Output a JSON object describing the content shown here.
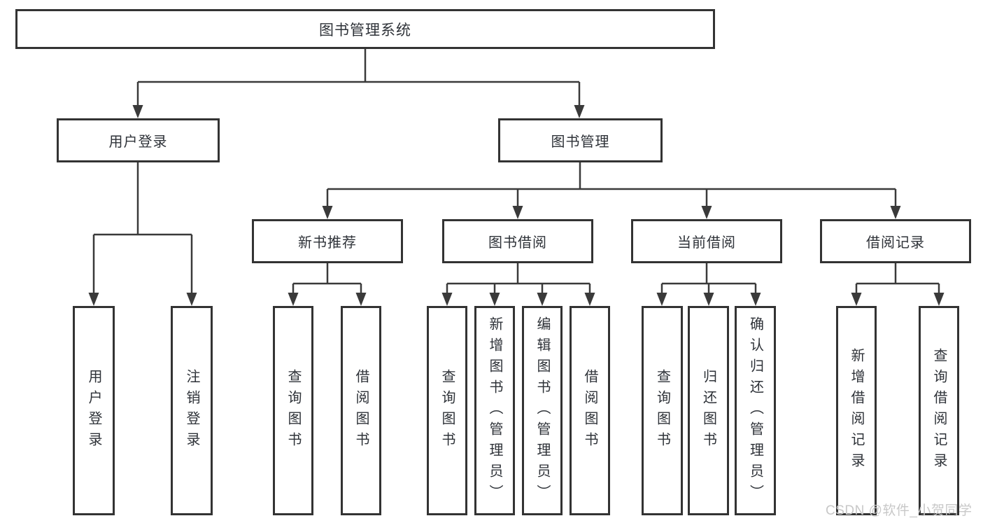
{
  "colors": {
    "line": "#3a3a3a",
    "box_border": "#333333",
    "box_fill": "#ffffff",
    "text": "#2e3238",
    "watermark": "#c8c8c8",
    "background": "#ffffff"
  },
  "watermark": "CSDN @软件_小贺同学",
  "tree": {
    "root": "图书管理系统",
    "children": [
      {
        "label": "用户登录",
        "leaves": [
          "用户登录",
          "注销登录"
        ]
      },
      {
        "label": "图书管理",
        "children": [
          {
            "label": "新书推荐",
            "leaves": [
              "查询图书",
              "借阅图书"
            ]
          },
          {
            "label": "图书借阅",
            "leaves": [
              "查询图书",
              "新增图书（管理员）",
              "编辑图书（管理员）",
              "借阅图书"
            ]
          },
          {
            "label": "当前借阅",
            "leaves": [
              "查询图书",
              "归还图书",
              "确认归还（管理员）"
            ]
          },
          {
            "label": "借阅记录",
            "leaves": [
              "新增借阅记录",
              "查询借阅记录"
            ]
          }
        ]
      }
    ]
  }
}
